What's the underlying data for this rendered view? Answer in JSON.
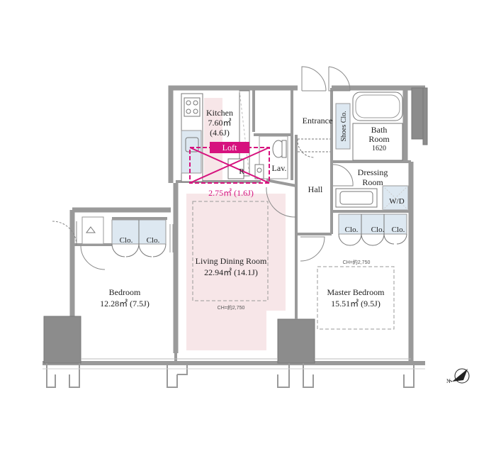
{
  "rooms": {
    "kitchen": {
      "name": "Kitchen",
      "area": "7.60㎡",
      "jo": "(4.6J)"
    },
    "loft": {
      "name": "Loft",
      "area": "2.75㎡ (1.6J)"
    },
    "refrigerator": {
      "mark": "R"
    },
    "lavatory": {
      "name": "Lav."
    },
    "entrance": {
      "name": "Entrance"
    },
    "shoes_closet": {
      "name": "Shoes Clo."
    },
    "bath_room": {
      "name_line1": "Bath",
      "name_line2": "Room",
      "size": "1620"
    },
    "dressing_room": {
      "name_line1": "Dressing",
      "name_line2": "Room"
    },
    "washer_dryer": {
      "name": "W/D"
    },
    "hall": {
      "name": "Hall"
    },
    "living_dining": {
      "name": "Living Dining Room",
      "area": "22.94㎡ (14.1J)",
      "ceiling": "CH=約2,750"
    },
    "bedroom": {
      "name": "Bedroom",
      "area": "12.28㎡ (7.5J)"
    },
    "master_bedroom": {
      "name": "Master Bedroom",
      "area": "15.51㎡ (9.5J)",
      "ceiling": "CH=約2,750"
    }
  },
  "closets": {
    "bedroom_closets": [
      "Clo.",
      "Clo."
    ],
    "master_closets": [
      "Clo.",
      "Clo.",
      "Clo."
    ]
  },
  "colors": {
    "wall": "#9a9a9a",
    "wall_dark": "#8c8c8c",
    "floor_highlight": "#f7e6e8",
    "loft_accent": "#d6127e",
    "fixture_fill": "#dde8f1"
  },
  "icons": {
    "compass": "north-arrow-icon"
  }
}
